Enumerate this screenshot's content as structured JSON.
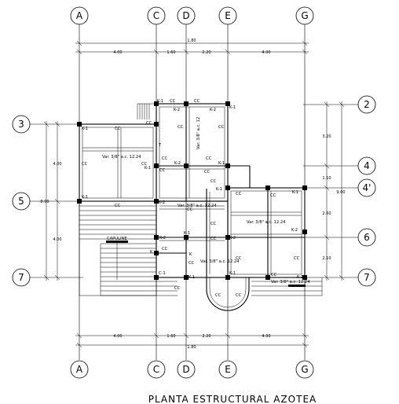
{
  "title": "PLANTA   ESTRUCTURAL AZOTEA",
  "axes": {
    "columns": [
      "A",
      "C",
      "D",
      "E",
      "G"
    ],
    "rows_left": [
      "3",
      "5",
      "7"
    ],
    "rows_right": [
      "2",
      "4",
      "4'",
      "6",
      "7"
    ]
  },
  "dimensions": {
    "top_total": "1.80",
    "top_spans": [
      "4.00",
      "1.60",
      "2.20",
      "4.00"
    ],
    "bottom_total": "1.80",
    "bottom_spans": [
      "4.00",
      "1.60",
      "2.20",
      "4.00"
    ],
    "left_total": "8.00",
    "left_spans": [
      "4.00",
      "4.00"
    ],
    "right_total": "9.00",
    "right_spans": [
      "3.20",
      "1.10",
      "2.60",
      "2.10"
    ]
  },
  "labels": {
    "k1": "K-1",
    "k2": "K-2",
    "cc": "CC",
    "c1": "C-1",
    "k": "K",
    "t": "T",
    "rebar_1": "Var. 3/8\" a.c. 12.24",
    "rebar_2": "Var. 3/8\" a.c. 12.24",
    "rebar_3": "Var. 3/8\" a.c. 12.24",
    "rebar_4": "Var. 3/8\" a.c. 12.24",
    "rebar_5": "Var. 3/8\" a.c. 12.24",
    "rebar_v": "Var. 3/8\" a.c. 12",
    "stair_up": "CAPULINE"
  }
}
